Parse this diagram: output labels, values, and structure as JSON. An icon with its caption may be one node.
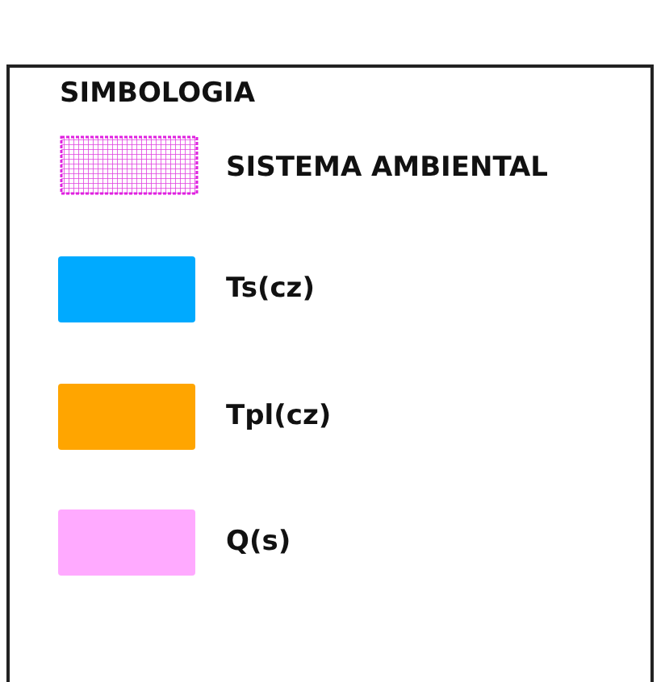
{
  "diagram": {
    "title": "SIMBOLOGIA",
    "legend": [
      {
        "text": "SISTEMA AMBIENTAL"
      },
      {
        "text": "Ts(cz)",
        "color": "#00aaff"
      },
      {
        "text": "Tpl(cz)",
        "color": "#ffa500"
      },
      {
        "text": "Q(s)",
        "color": "#ffaaff"
      }
    ]
  }
}
